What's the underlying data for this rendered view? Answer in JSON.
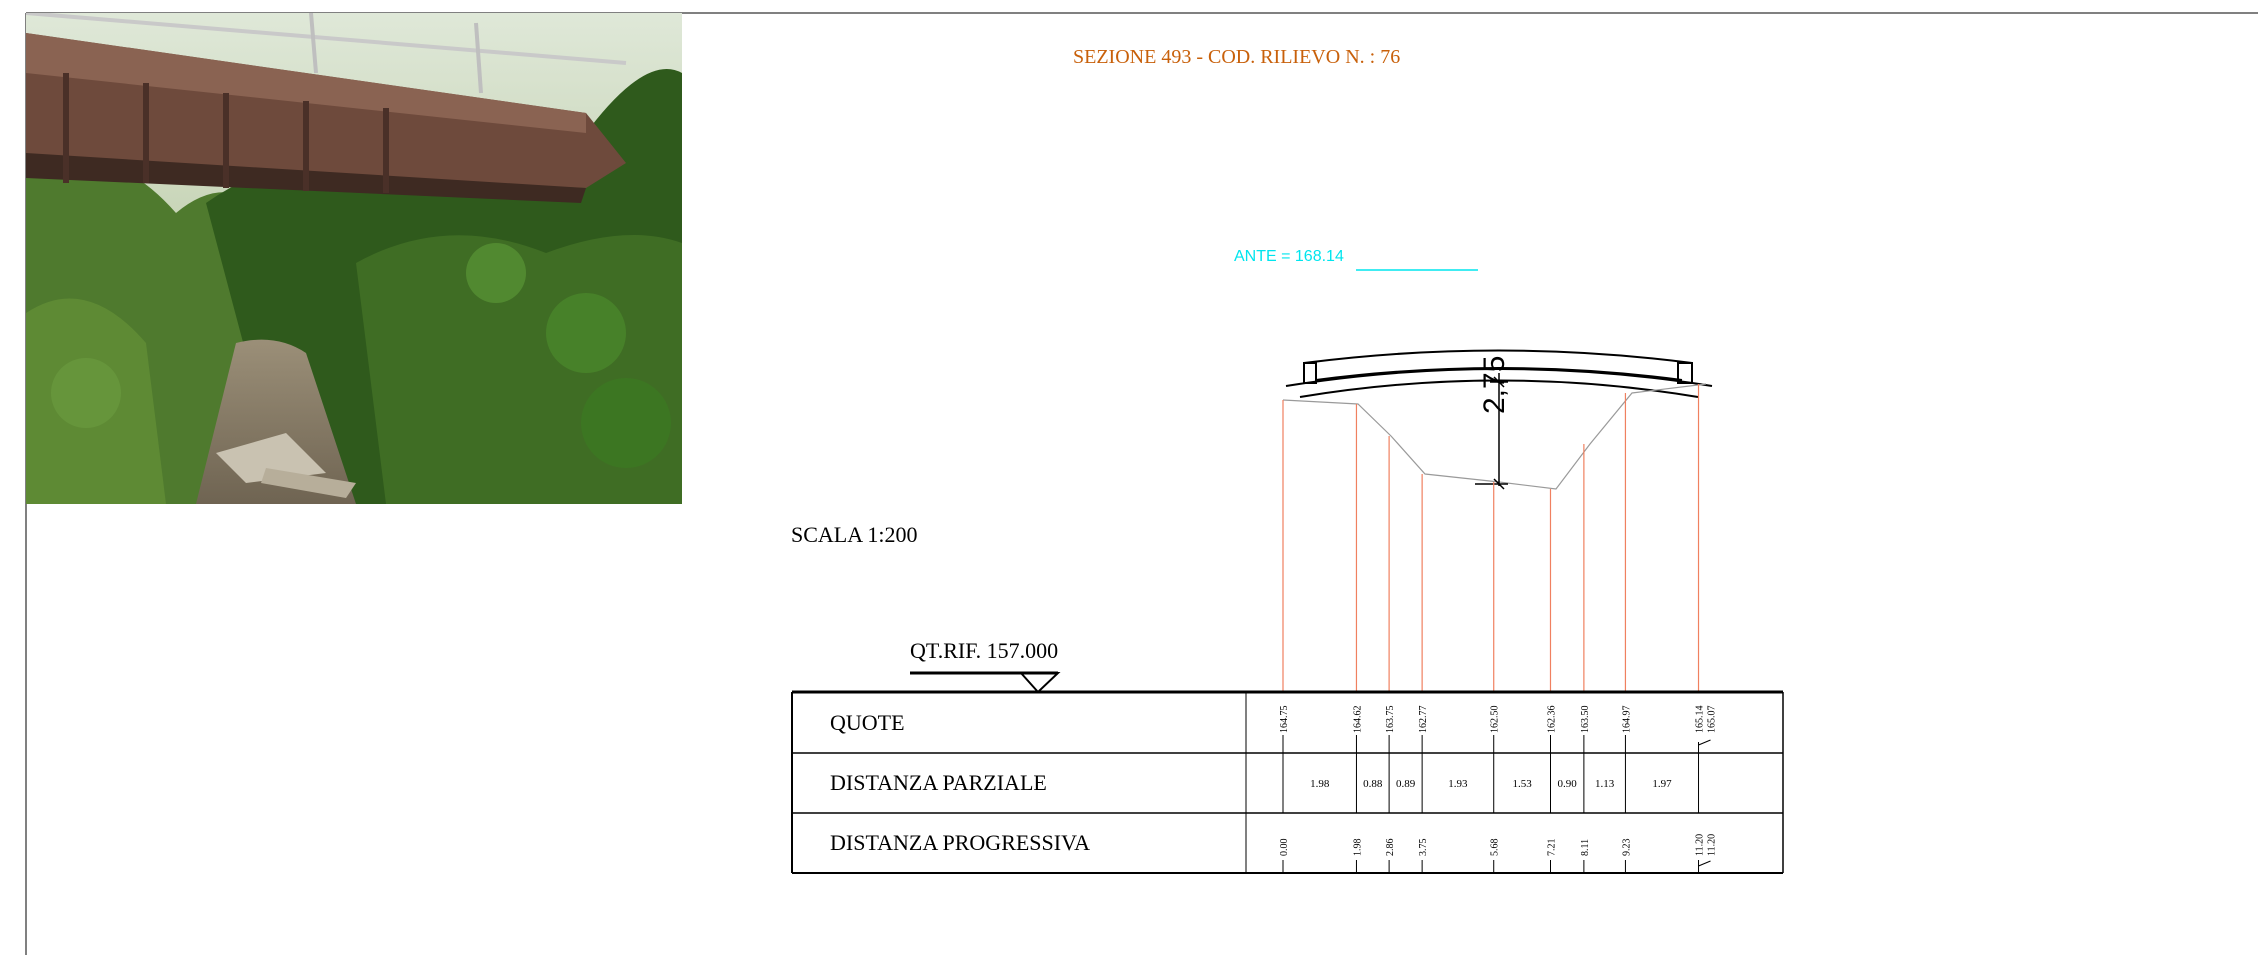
{
  "title": "SEZIONE 493 - COD. RILIEVO N. : 76",
  "scale_label": "SCALA 1:200",
  "reference_label": "QT.RIF. 157.000",
  "ante_label": "ANTE = 168.14",
  "clearance_label": "2,75",
  "table": {
    "row_labels": [
      "QUOTE",
      "DISTANZA PARZIALE",
      "DISTANZA PROGRESSIVA"
    ],
    "quote": [
      "164.75",
      "164.62",
      "163.75",
      "162.77",
      "162.50",
      "162.36",
      "163.50",
      "164.97",
      "165.14",
      "165.07"
    ],
    "distanza_parziale": [
      "1.98",
      "0.88",
      "0.89",
      "1.93",
      "1.53",
      "0.90",
      "1.13",
      "1.97"
    ],
    "distanza_progressiva": [
      "0.00",
      "1.98",
      "2.86",
      "3.75",
      "5.68",
      "7.21",
      "8.11",
      "9.23",
      "11.20",
      "11.20"
    ]
  },
  "colors": {
    "title": "#c8600a",
    "ante": "#00e5ee",
    "section_lines": "#f08060",
    "table_lines": "#000000"
  },
  "photo": {
    "description_icon": "bridge-photo"
  }
}
